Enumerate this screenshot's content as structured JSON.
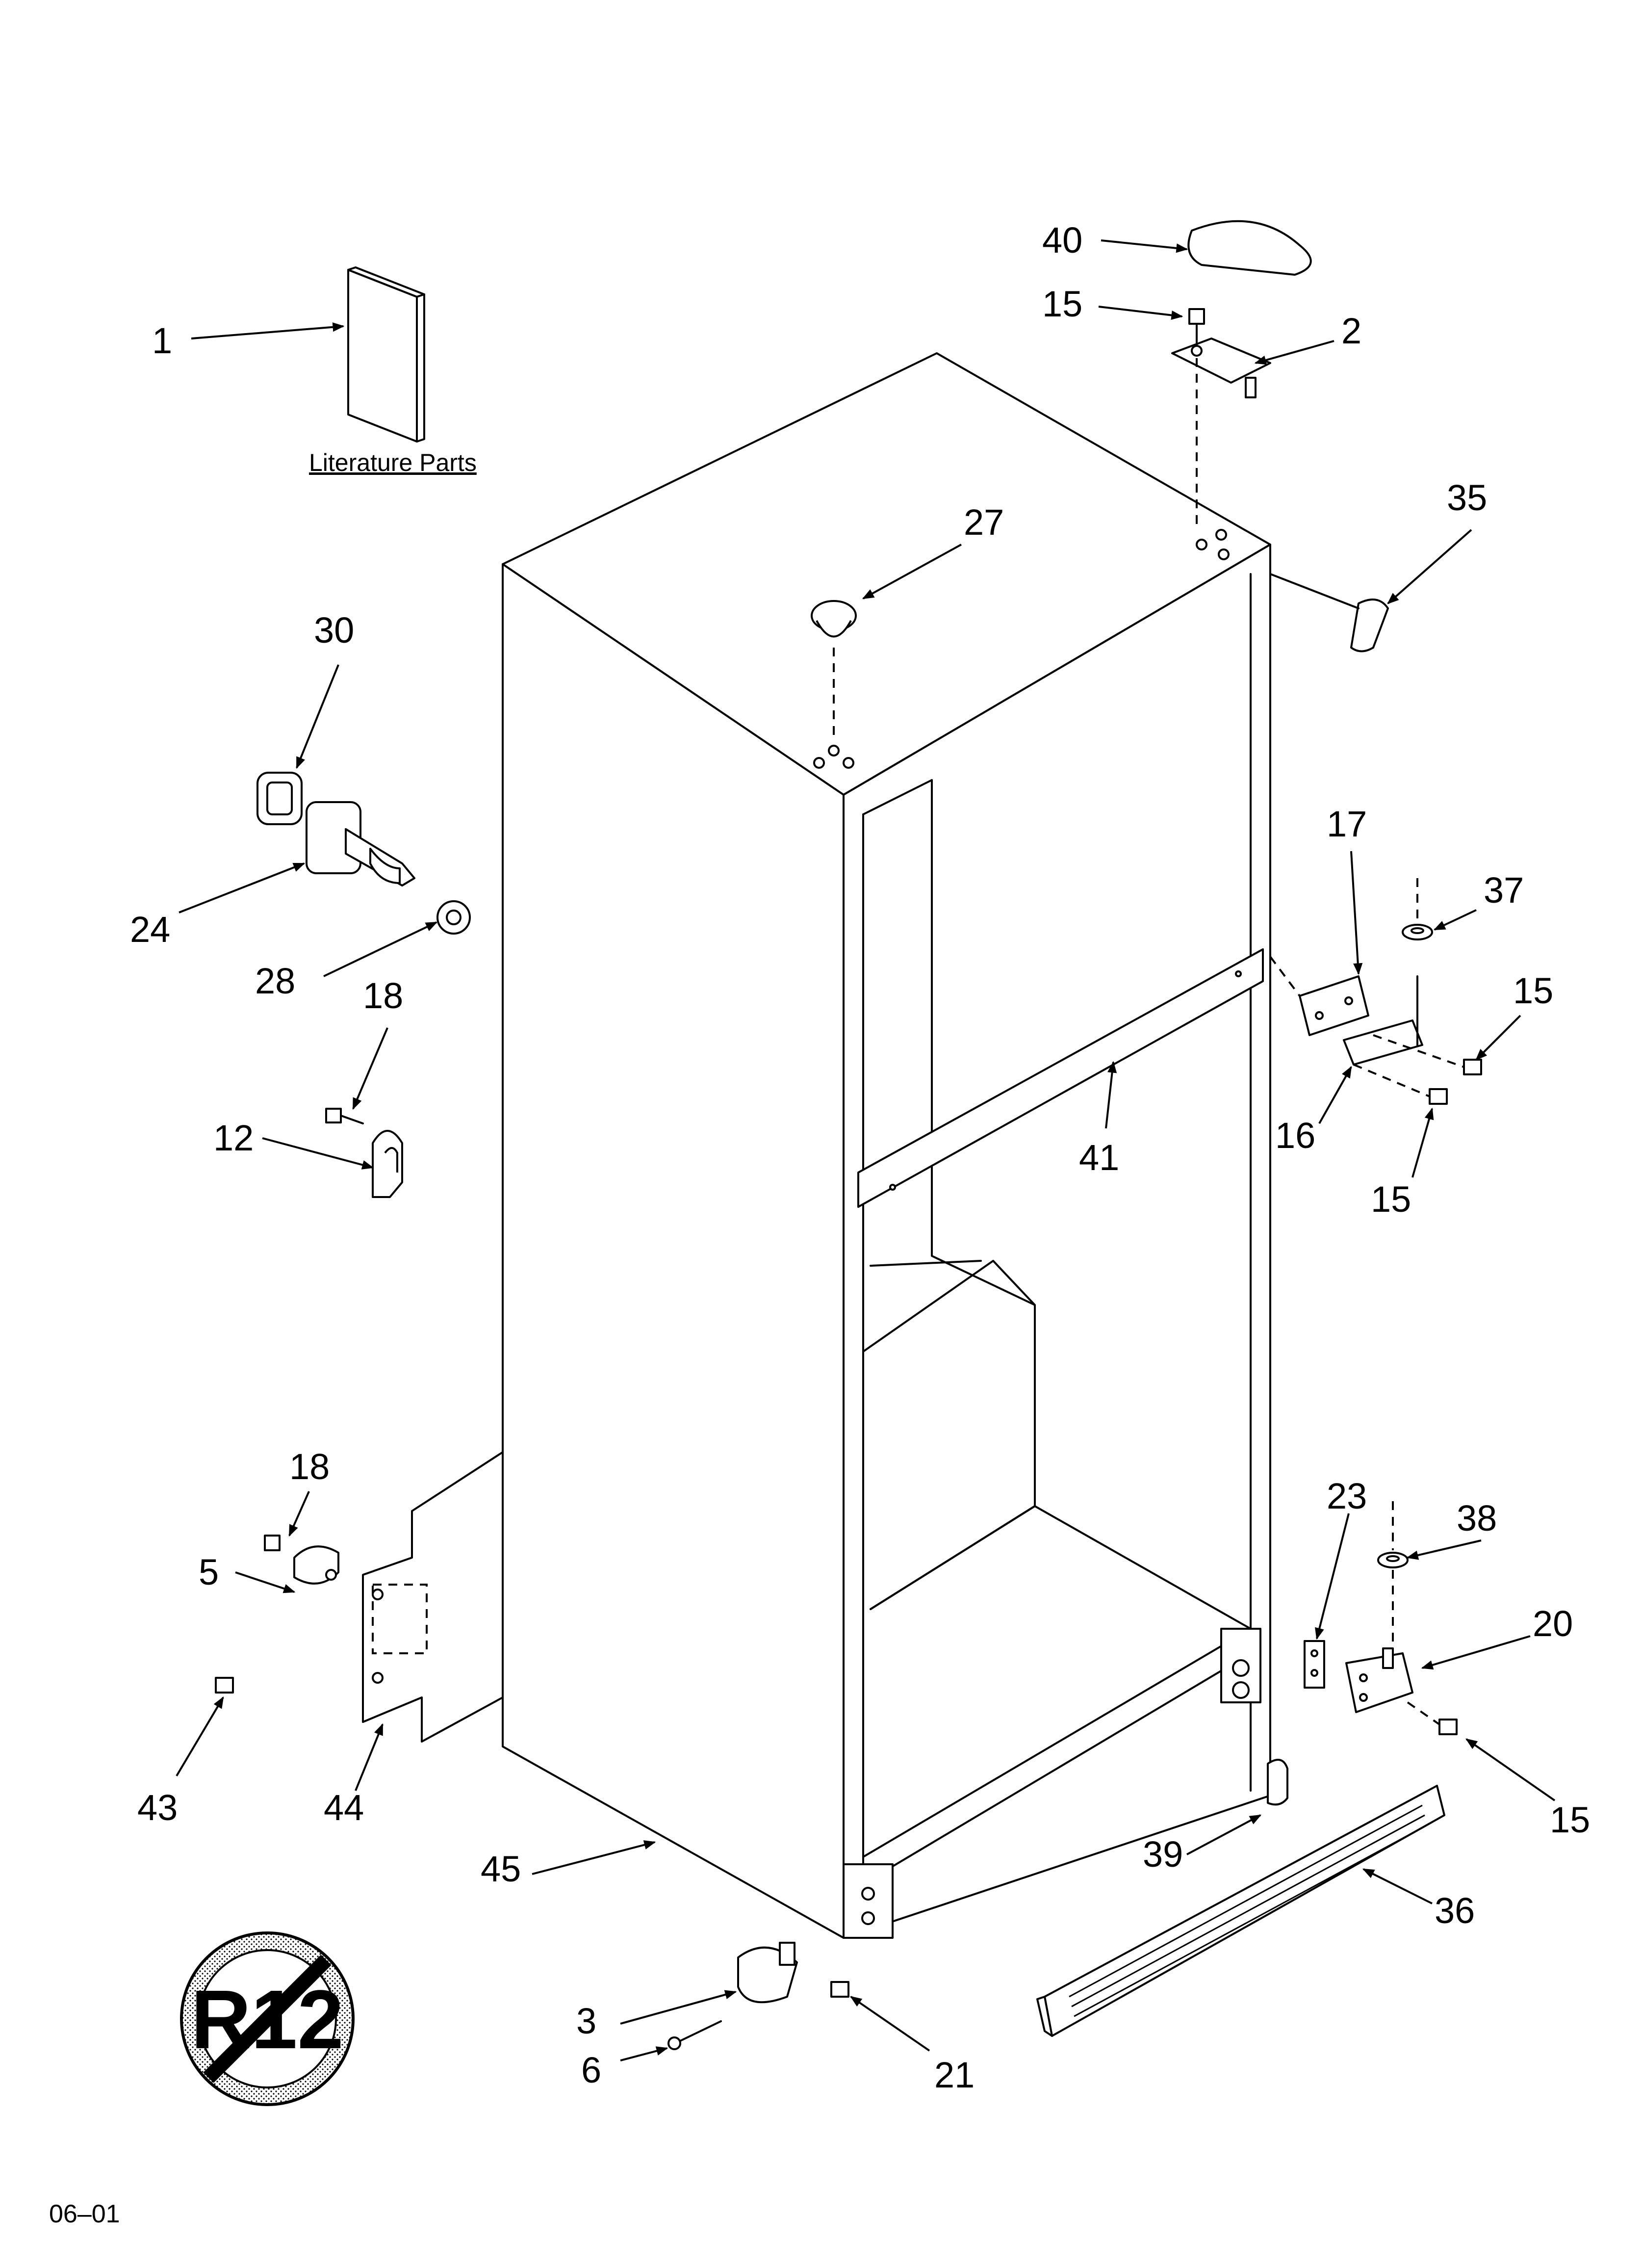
{
  "literature_caption": "Literature Parts",
  "callouts": {
    "c1": "1",
    "c2": "2",
    "c3": "3",
    "c5": "5",
    "c6": "6",
    "c12": "12",
    "c15a": "15",
    "c15b": "15",
    "c15c": "15",
    "c15d": "15",
    "c16": "16",
    "c17": "17",
    "c18a": "18",
    "c18b": "18",
    "c20": "20",
    "c21": "21",
    "c23": "23",
    "c24": "24",
    "c27": "27",
    "c28": "28",
    "c30": "30",
    "c35": "35",
    "c36": "36",
    "c37": "37",
    "c38": "38",
    "c39": "39",
    "c40": "40",
    "c41": "41",
    "c43": "43",
    "c44": "44",
    "c45": "45"
  },
  "no_r12_symbol_text": "R12",
  "footer_code": "06–01"
}
